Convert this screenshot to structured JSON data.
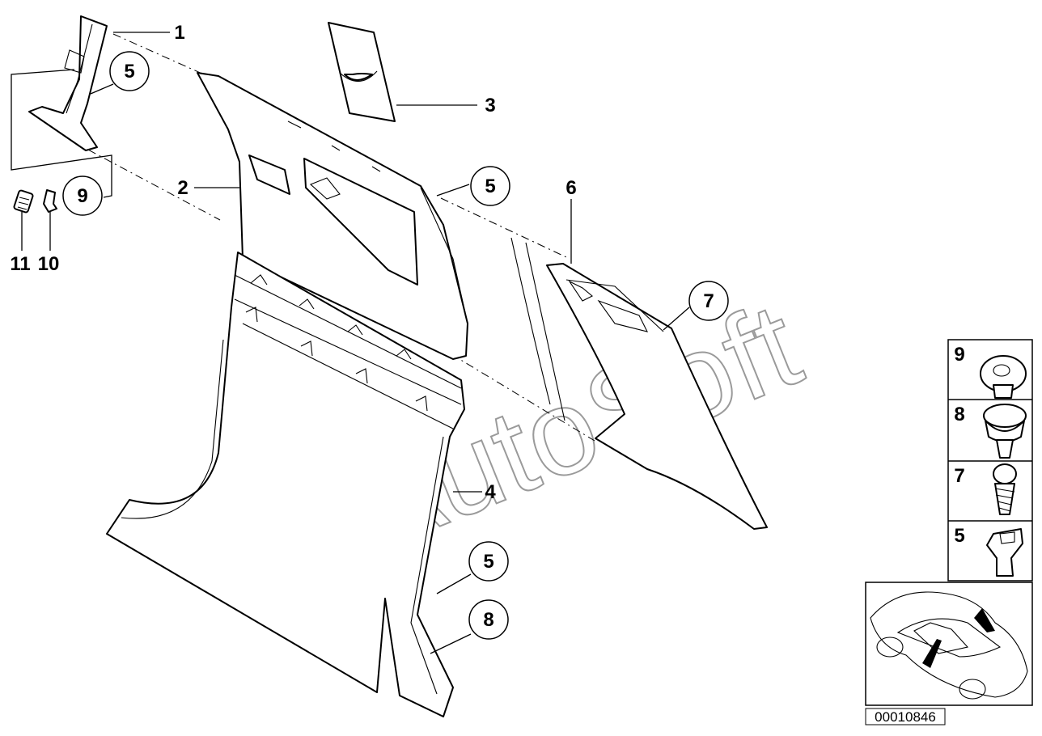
{
  "watermark": "AutoSoft",
  "reference_number": "00010846",
  "callouts": {
    "c1": "1",
    "c2": "2",
    "c3": "3",
    "c4": "4",
    "c5a": "5",
    "c5b": "5",
    "c5c": "5",
    "c6": "6",
    "c7": "7",
    "c8": "8",
    "c9": "9",
    "c10": "10",
    "c11": "11"
  },
  "legend": [
    {
      "label": "9",
      "icon": "rivet-with-screw-icon"
    },
    {
      "label": "8",
      "icon": "push-clip-icon"
    },
    {
      "label": "7",
      "icon": "screw-icon"
    },
    {
      "label": "5",
      "icon": "clip-nut-icon"
    }
  ]
}
